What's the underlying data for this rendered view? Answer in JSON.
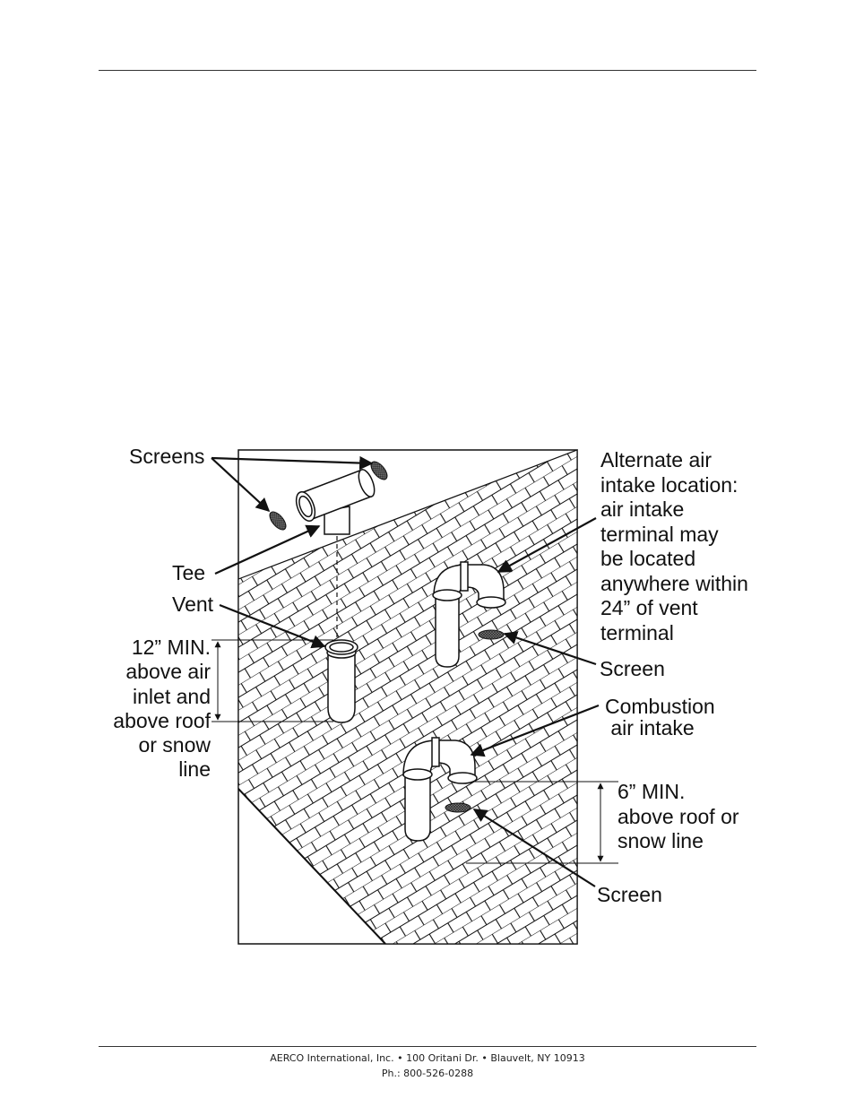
{
  "labels": {
    "screens": "Screens",
    "tee": "Tee",
    "vent": "Vent",
    "twelve_min": "12” MIN.\nabove air\ninlet and\nabove roof\nor snow\nline",
    "alternate": "Alternate air\nintake location:\nair intake\nterminal may\nbe located\nanywhere within\n24” of vent\nterminal",
    "screen_1": "Screen",
    "combustion": "Combustion\n air intake",
    "six_min": "6” MIN.\nabove roof or\nsnow line",
    "screen_2": "Screen"
  },
  "footer": {
    "line1": "AERCO International, Inc. • 100 Oritani Dr. •  Blauvelt, NY 10913",
    "line2": "Ph.: 800-526-0288"
  }
}
